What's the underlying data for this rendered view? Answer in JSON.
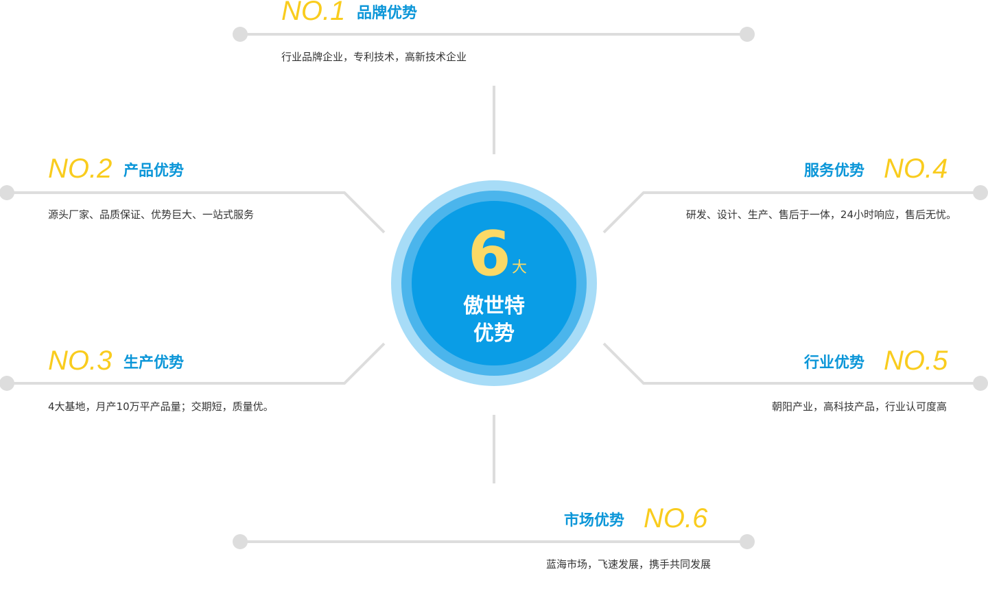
{
  "colors": {
    "accent_yellow": "#f9cc1e",
    "title_blue": "#0b96d8",
    "line_gray": "#dddddd",
    "circle_outer": "#a7dcf7",
    "circle_mid": "#4bb5ec",
    "circle_inner": "#0a9de6",
    "six_yellow": "#fbd966"
  },
  "center": {
    "number": "6",
    "unit": "大",
    "title_line1": "傲世特",
    "title_line2": "优势"
  },
  "items": [
    {
      "no": "NO.1",
      "title": "品牌优势",
      "desc": "行业品牌企业，专利技术，高新技术企业"
    },
    {
      "no": "NO.2",
      "title": "产品优势",
      "desc": "源头厂家、品质保证、优势巨大、一站式服务"
    },
    {
      "no": "NO.3",
      "title": "生产优势",
      "desc": "4大基地，月产10万平产品量；交期短，质量优。"
    },
    {
      "no": "NO.4",
      "title": "服务优势",
      "desc": "研发、设计、生产、售后于一体，24小时响应，售后无忧。"
    },
    {
      "no": "NO.5",
      "title": "行业优势",
      "desc": "朝阳产业，高科技产品，行业认可度高"
    },
    {
      "no": "NO.6",
      "title": "市场优势",
      "desc": "蓝海市场，飞速发展，携手共同发展"
    }
  ]
}
